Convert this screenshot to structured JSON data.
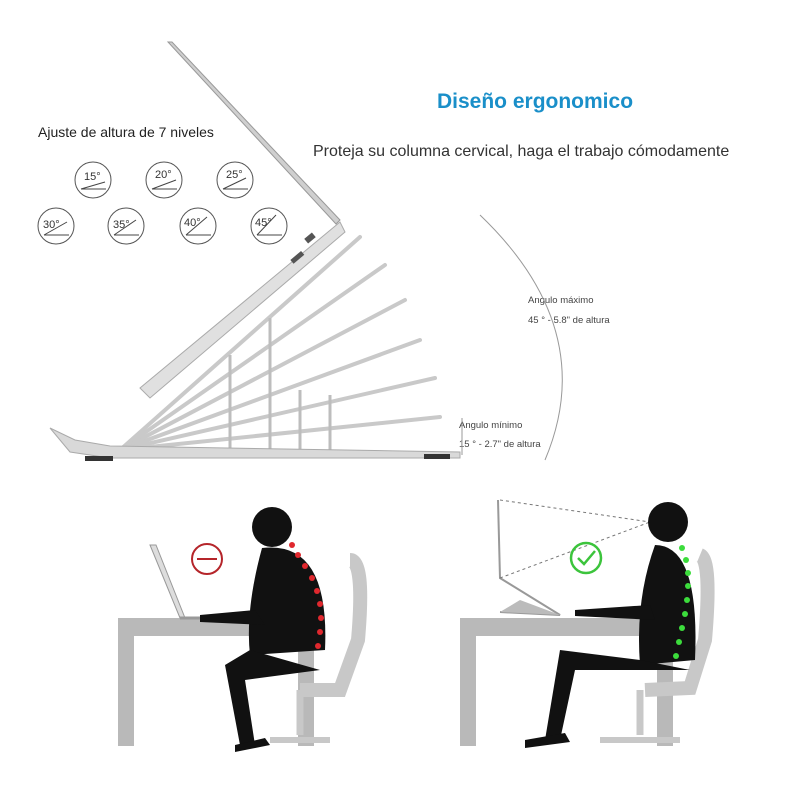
{
  "header": {
    "title": "Diseño ergonomico",
    "subtitle": "Proteja su columna cervical, haga el trabajo cómodamente"
  },
  "levels": {
    "heading": "Ajuste de altura de 7 niveles",
    "angles": [
      "15°",
      "20°",
      "25°",
      "30°",
      "35°",
      "40°",
      "45°"
    ]
  },
  "angle_notes": {
    "max_label": "Angulo máximo",
    "max_value": "45 ° - 5.8\" de altura",
    "min_label": "Angulo mínimo",
    "min_value": "15 ° - 2.7\" de altura"
  },
  "colors": {
    "title": "#1a8fc9",
    "bad_posture": "#b5252a",
    "good_posture": "#3cc43c",
    "desk": "#b9b9b9",
    "silhouette": "#111111"
  },
  "icons": {
    "bad": "no-entry-icon",
    "good": "check-circle-icon"
  }
}
